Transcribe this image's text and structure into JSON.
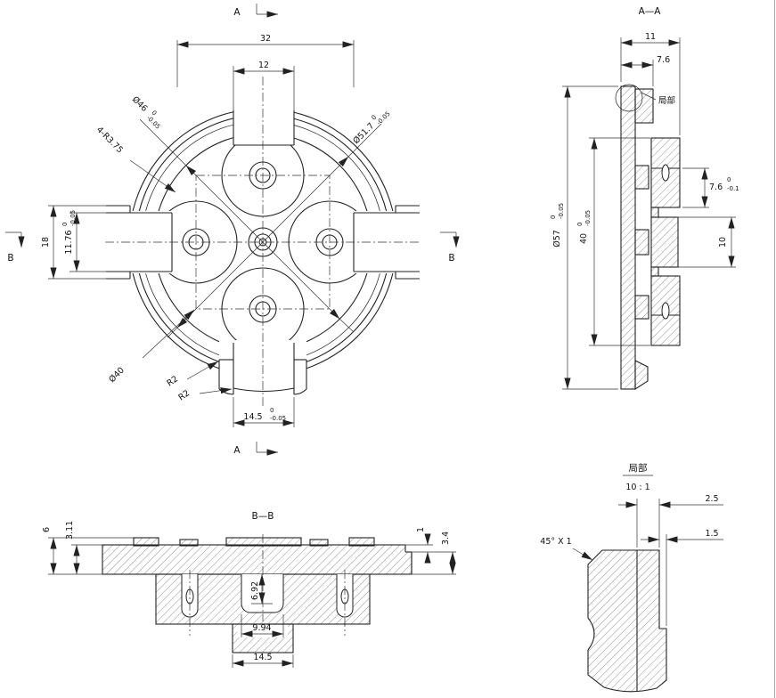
{
  "colors": {
    "line": "#222222",
    "dim_line": "#333333",
    "background": "#ffffff"
  },
  "front_view": {
    "section_label_a": "A",
    "section_label_b": "B",
    "dims": {
      "width_top": "32",
      "notch_width_top": "12",
      "dia_46": "Ø46",
      "dia_46_tol_hi": "0",
      "dia_46_tol_lo": "-0.05",
      "dia_51_7": "Ø51.7",
      "dia_51_7_tol_hi": "0",
      "dia_51_7_tol_lo": "-0.05",
      "fillet_note": "4-R3.75",
      "slot_height": "18",
      "slot_inner": "11.76",
      "slot_inner_tol_hi": "0",
      "slot_inner_tol_lo": "-0.05",
      "dia_40": "Ø40",
      "r2_upper": "R2",
      "r2_lower": "R2",
      "notch_width_bottom": "14.5",
      "notch_bottom_tol_hi": "0",
      "notch_bottom_tol_lo": "-0.05"
    }
  },
  "section_aa": {
    "title": "A—A",
    "detail_callout": "局部",
    "dims": {
      "total_width": "11",
      "flange_width": "7.6",
      "dia_57": "Ø57",
      "dia_57_tol_hi": "0",
      "dia_57_tol_lo": "-0.05",
      "bore_height": "40",
      "bore_tol_hi": "0",
      "bore_tol_lo": "-0.05",
      "step": "7.6",
      "step_tol_hi": "0",
      "step_tol_lo": "-0.1",
      "hub_width": "10"
    }
  },
  "section_bb": {
    "title": "B—B",
    "dims": {
      "total_height": "6",
      "plate_height": "3.11",
      "step_height": "1",
      "rim_height": "3.4",
      "pocket_depth": "6.92",
      "pocket_width": "9.94",
      "boss_width": "14.5"
    }
  },
  "detail_view": {
    "title": "局部",
    "scale": "10 : 1",
    "dims": {
      "wall": "2.5",
      "step": "1.5",
      "chamfer_note": "45° X 1"
    }
  }
}
